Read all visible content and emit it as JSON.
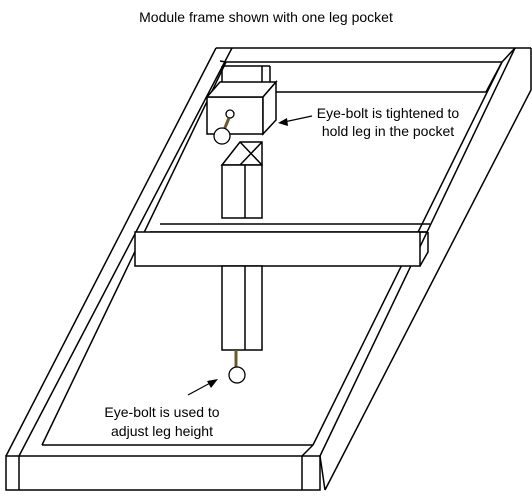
{
  "title": "Module frame shown with one leg pocket",
  "callouts": {
    "top_line1": "Eye-bolt is tightened to",
    "top_line2": "hold leg in the pocket",
    "bottom_line1": "Eye-bolt is used to",
    "bottom_line2": "adjust leg height"
  },
  "colors": {
    "line": "#000000",
    "background": "#ffffff",
    "bolt_shank": "#6b5a2e"
  }
}
